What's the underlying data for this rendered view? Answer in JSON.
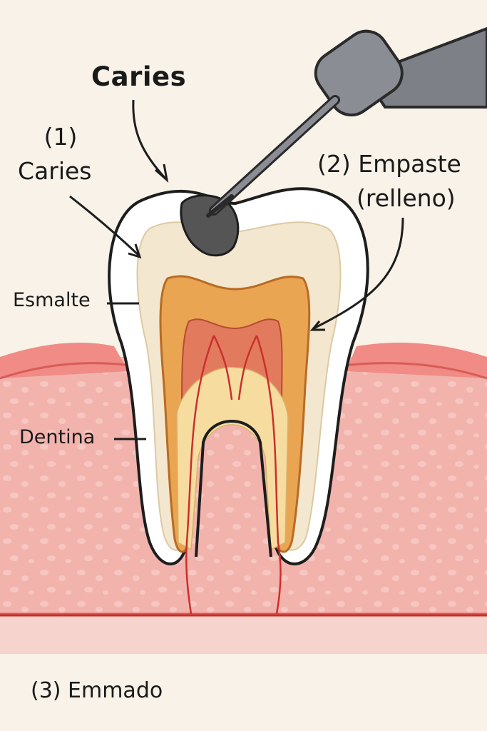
{
  "labels": {
    "top_caries": "Caries",
    "step1_number": "(1)",
    "step1_caries": "Caries",
    "step2_line1": "(2) Empaste",
    "step2_line2": "(relleno)",
    "esmalte": "Esmalte",
    "dentina": "Dentina",
    "step3": "(3) Emmado"
  },
  "icons": {
    "tool": "dental-drill-icon"
  },
  "colors": {
    "background": "#f8f2e8",
    "enamel": "#ffffff",
    "dentin": "#f4e7cf",
    "pulp_outer": "#e9a552",
    "pulp_inner": "#e27a5e",
    "canal_core": "#f7dca0",
    "gum": "#f3b3ad",
    "gum_band": "#f6cbc3",
    "caries": "#555555",
    "nerve": "#c9302c",
    "outline": "#1d1d1d",
    "instrument": "#7d8086"
  }
}
